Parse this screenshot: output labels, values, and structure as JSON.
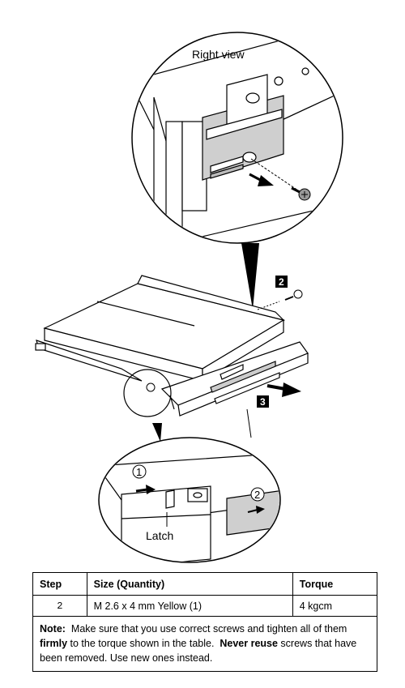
{
  "figure": {
    "right_view_label": "Right view",
    "latch_label": "Latch",
    "step_tags": [
      "2",
      "3"
    ],
    "circled_numbers": [
      "1",
      "2"
    ]
  },
  "table": {
    "headers": {
      "step": "Step",
      "size": "Size (Quantity)",
      "torque": "Torque"
    },
    "rows": [
      {
        "step": "2",
        "size": "M 2.6 x 4 mm Yellow (1)",
        "torque": "4 kgcm"
      }
    ]
  },
  "note": {
    "label": "Note:",
    "text_1": "Make sure that you use correct screws and tighten all of them ",
    "firmly": "firmly",
    "text_2": " to the torque shown in the table.",
    "never_reuse": "Never reuse",
    "text_3": " screws that have been removed.  Use new ones instead."
  }
}
